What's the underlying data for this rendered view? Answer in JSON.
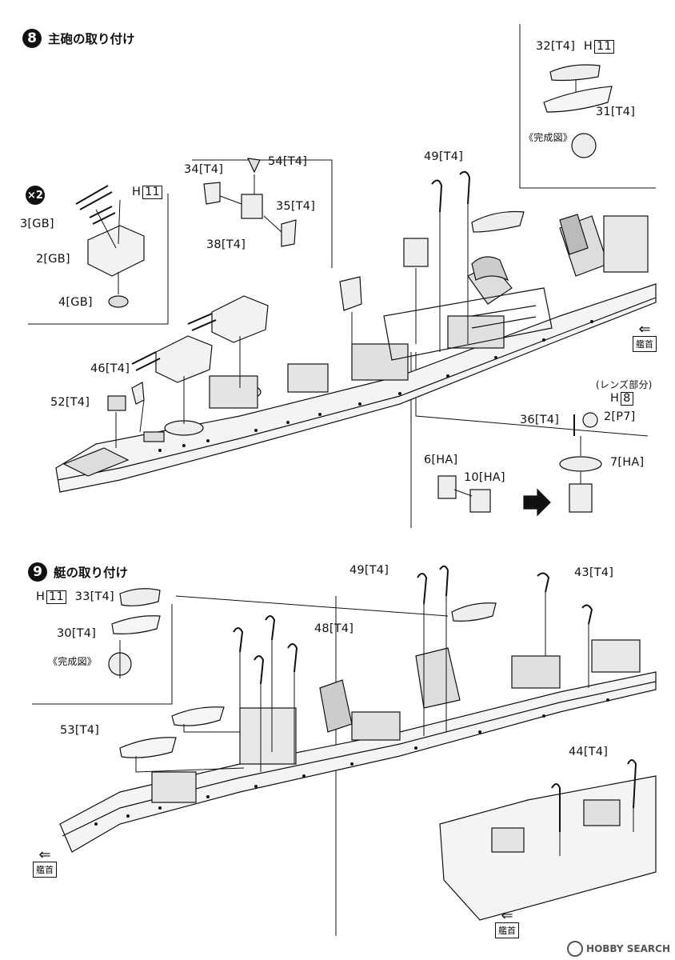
{
  "step8": {
    "number": "8",
    "title": "主砲の取り付け",
    "multiplier": "×2",
    "labels": {
      "p3": "3[GB]",
      "p2": "2[GB]",
      "p4": "4[GB]",
      "h11_a": "H",
      "h11_a_box": "11",
      "p34": "34[T4]",
      "p54": "54[T4]",
      "p35": "35[T4]",
      "p38": "38[T4]",
      "p49": "49[T4]",
      "p32": "32[T4]",
      "h11_b": "H",
      "h11_b_box": "11",
      "p31": "31[T4]",
      "done": "《完成図》",
      "p46": "46[T4]",
      "p52": "52[T4]",
      "lens": "(レンズ部分)",
      "h8": "H",
      "h8_box": "8",
      "p36": "36[T4]",
      "p2p7": "2[P7]",
      "p7": "7[HA]",
      "p6": "6[HA]",
      "p10": "10[HA]",
      "bow": "艦首"
    }
  },
  "step9": {
    "number": "9",
    "title": "艇の取り付け",
    "labels": {
      "h11": "H",
      "h11_box": "11",
      "p33": "33[T4]",
      "p30": "30[T4]",
      "done": "《完成図》",
      "p49": "49[T4]",
      "p43": "43[T4]",
      "p48": "48[T4]",
      "p53": "53[T4]",
      "p44": "44[T4]",
      "bow_a": "艦首",
      "bow_b": "艦首"
    }
  },
  "watermark": {
    "text": "HOBBY SEARCH"
  }
}
